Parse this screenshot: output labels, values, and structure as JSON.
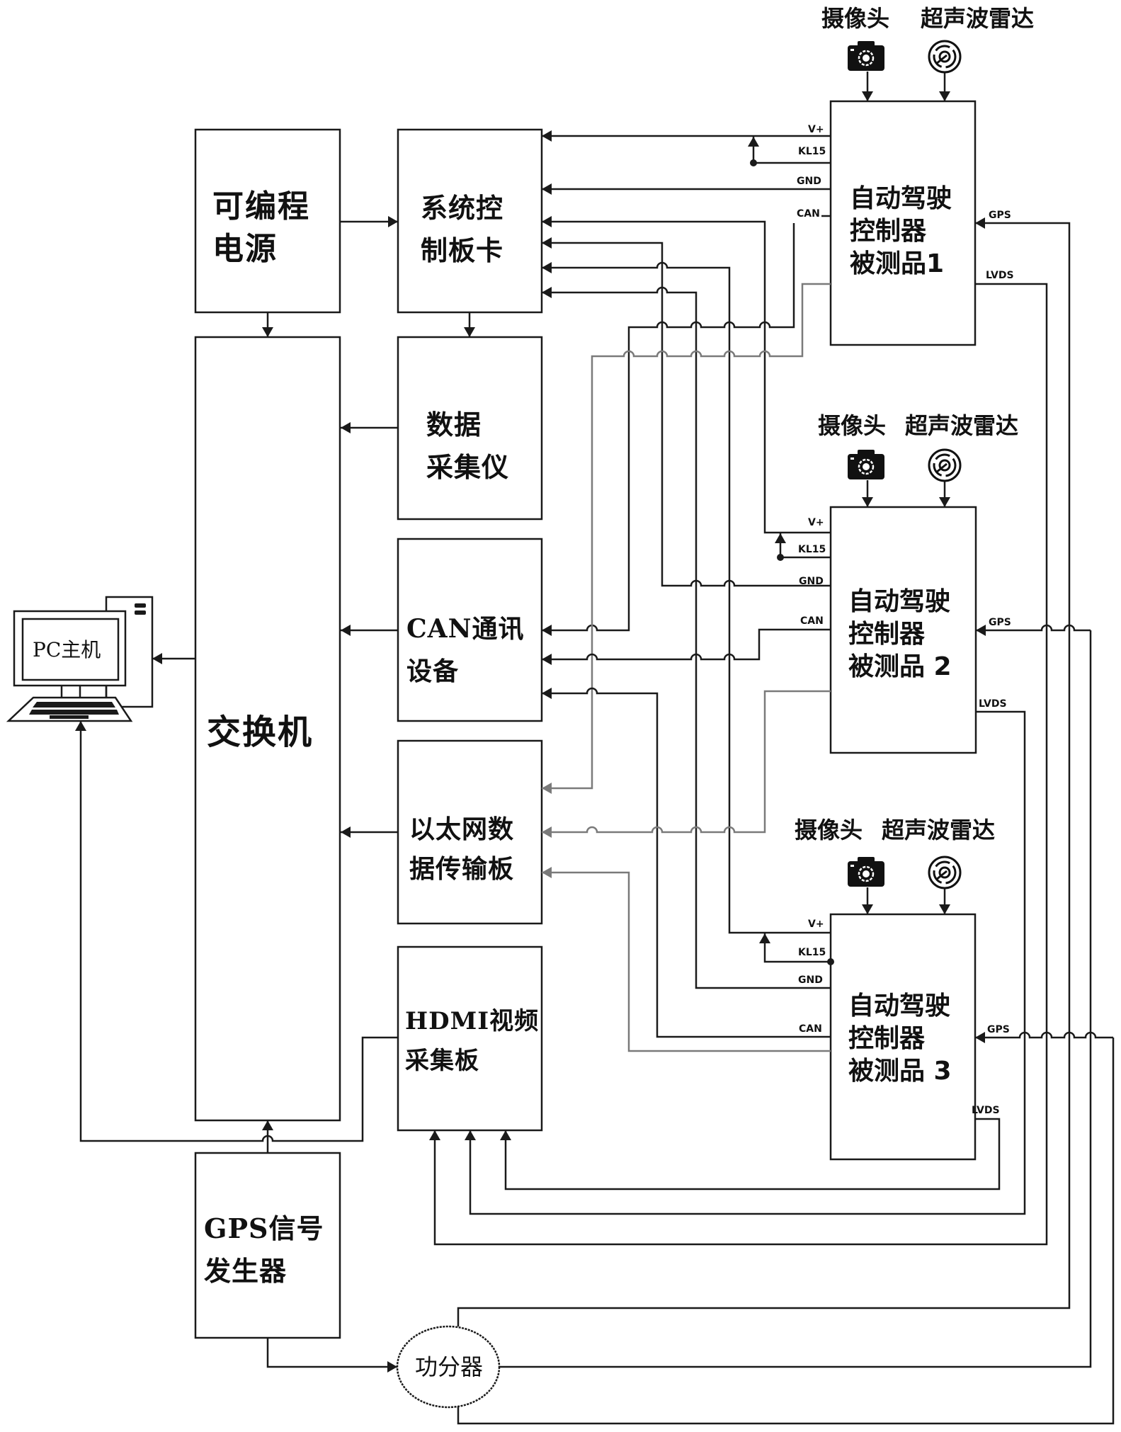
{
  "diagram": {
    "type": "test-bench block diagram",
    "blocks": {
      "programmable_power": {
        "line1": "可编程",
        "line2": "电源"
      },
      "system_control_card": {
        "line1": "系统控",
        "line2": "制板卡"
      },
      "switch": {
        "label": "交换机"
      },
      "data_acquisition": {
        "line1": "数据",
        "line2": "采集仪"
      },
      "can_device": {
        "line1": "CAN通讯",
        "line2": "设备"
      },
      "ethernet_board": {
        "line1": "以太网数",
        "line2": "据传输板"
      },
      "hdmi_board": {
        "line1": "HDMI视频",
        "line2": "采集板"
      },
      "gps_generator": {
        "line1": "GPS信号",
        "line2": "发生器"
      },
      "power_splitter": {
        "label": "功分器"
      },
      "pc_host": {
        "label": "PC主机"
      }
    },
    "duts": [
      {
        "line1": "自动驾驶",
        "line2": "控制器",
        "line3": "被测品1",
        "camera_label": "摄像头",
        "radar_label": "超声波雷达"
      },
      {
        "line1": "自动驾驶",
        "line2": "控制器",
        "line3": "被测品 2",
        "camera_label": "摄像头",
        "radar_label": "超声波雷达"
      },
      {
        "line1": "自动驾驶",
        "line2": "控制器",
        "line3": "被测品 3",
        "camera_label": "摄像头",
        "radar_label": "超声波雷达"
      }
    ],
    "pins": {
      "vplus": "V+",
      "kl15": "KL15",
      "gnd": "GND",
      "can": "CAN",
      "gps": "GPS",
      "lvds": "LVDS"
    },
    "colors": {
      "line": "#1a1a1a",
      "ethernet_line": "#7a7a7a",
      "background": "#ffffff"
    }
  }
}
